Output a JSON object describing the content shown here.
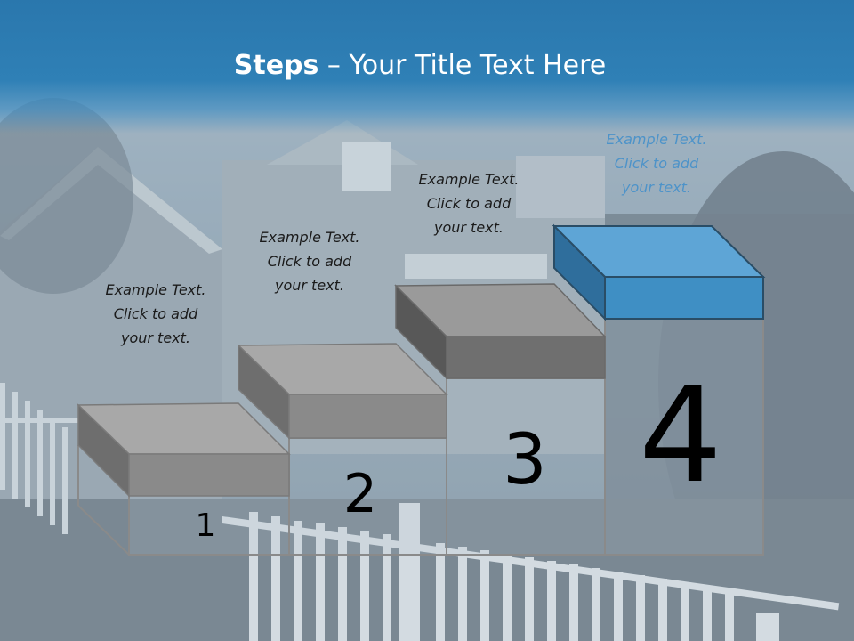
{
  "title": {
    "bold": "Steps",
    "rest": " – Your Title Text Here"
  },
  "steps": [
    {
      "number": "1",
      "caption": "Example Text.\nClick  to add\nyour text."
    },
    {
      "number": "2",
      "caption": "Example Text.\nClick  to add\nyour text."
    },
    {
      "number": "3",
      "caption": "Example Text.\nClick  to add\nyour text."
    },
    {
      "number": "4",
      "caption": "Example Text.\nClick  to add\nyour text."
    }
  ],
  "colors": {
    "title_bar": "#2f80b6",
    "block_gray": "#8c8c8c",
    "block_blue": "#3f8fc4",
    "highlight_text": "#4d93c9"
  }
}
